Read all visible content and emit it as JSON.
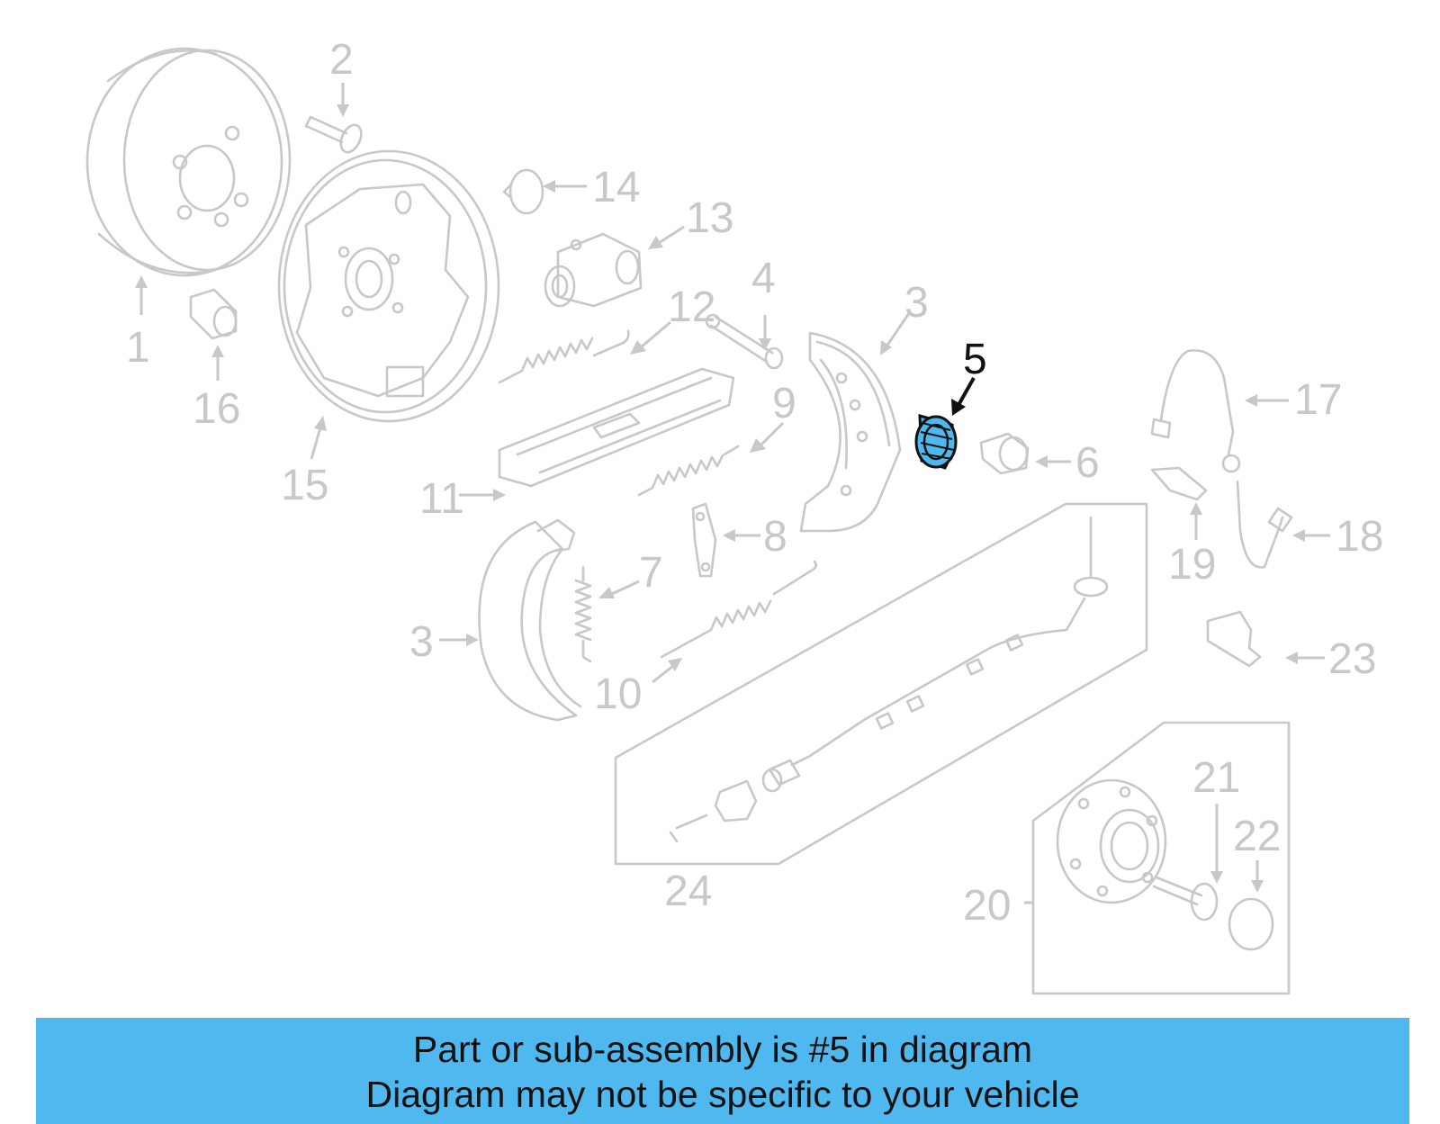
{
  "diagram": {
    "highlight_color": "#4fb9ef",
    "part_color": "#c8c8c8",
    "selected_part": "5",
    "callouts": [
      "1",
      "2",
      "3",
      "4",
      "5",
      "6",
      "7",
      "8",
      "9",
      "10",
      "11",
      "12",
      "13",
      "14",
      "15",
      "16",
      "17",
      "18",
      "19",
      "20",
      "21",
      "22",
      "23",
      "24"
    ]
  },
  "banner": {
    "line1": "Part or sub-assembly is #5 in diagram",
    "line2": "Diagram may not be specific to your vehicle",
    "background": "#4fb9ef"
  }
}
